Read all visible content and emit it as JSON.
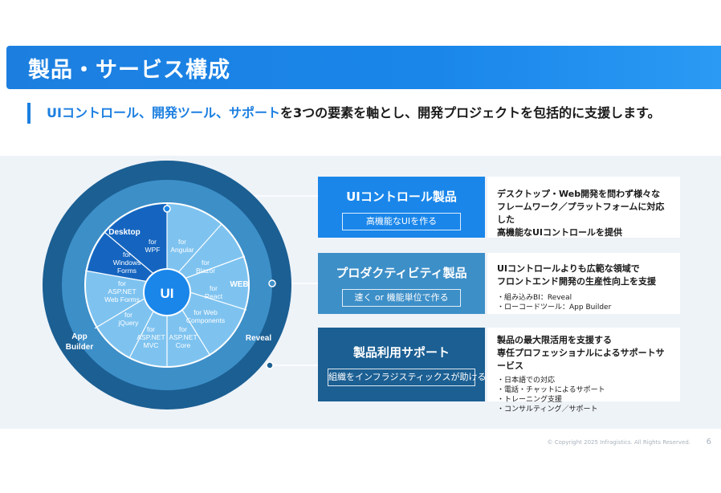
{
  "slide": {
    "title": "製品・サービス構成",
    "subtitle_highlight": "UIコントロール、開発ツール、サポート",
    "subtitle_rest": "を3つの要素を軸とし、開発プロジェクトを包括的に支援します。"
  },
  "diagram": {
    "center_label": "UI",
    "ring_labels": {
      "desktop": "Desktop",
      "web": "WEB",
      "reveal": "Reveal",
      "app_builder_line1": "App",
      "app_builder_line2": "Builder"
    },
    "platforms": [
      {
        "line1": "for",
        "line2": "WPF",
        "line3": ""
      },
      {
        "line1": "for",
        "line2": "Windows",
        "line3": "Forms"
      },
      {
        "line1": "for",
        "line2": "ASP.NET",
        "line3": "Web Forms"
      },
      {
        "line1": "for",
        "line2": "jQuery",
        "line3": ""
      },
      {
        "line1": "for",
        "line2": "ASP.NET",
        "line3": "MVC"
      },
      {
        "line1": "for",
        "line2": "ASP.NET",
        "line3": "Core"
      },
      {
        "line1": "for Web",
        "line2": "Components",
        "line3": ""
      },
      {
        "line1": "for",
        "line2": "React",
        "line3": ""
      },
      {
        "line1": "for",
        "line2": "Blazor",
        "line3": ""
      },
      {
        "line1": "for",
        "line2": "Angular",
        "line3": ""
      }
    ]
  },
  "products": [
    {
      "title": "UIコントロール製品",
      "tagline": "高機能なUIを作る",
      "color": "#1a86ea",
      "desc_lines": [
        "デスクトップ・Web開発を問わず様々な",
        "フレームワーク／プラットフォームに対応した",
        "高機能なUIコントロールを提供"
      ],
      "bullets": []
    },
    {
      "title": "プロダクティビティ製品",
      "tagline": "速く or 機能単位で作る",
      "color": "#3d8fc8",
      "desc_lines": [
        "UIコントロールよりも広範な領域で",
        "フロントエンド開発の生産性向上を支援"
      ],
      "bullets": [
        "組み込みBI：Reveal",
        "ローコードツール：App Builder"
      ]
    },
    {
      "title": "製品利用サポート",
      "tagline": "組織をインフラジスティックスが助ける",
      "color": "#1b5f93",
      "desc_lines": [
        "製品の最大限活用を支援する",
        "専任プロフェッショナルによるサポートサービス"
      ],
      "bullets": [
        "日本語での対応",
        "電話・チャットによるサポート",
        "トレーニング支援",
        "コンサルティング／サポート"
      ]
    }
  ],
  "footer": {
    "copyright": "© Copyright 2025 Infragistics. All Rights Reserved.",
    "page": "6"
  },
  "colors": {
    "brand": "#1a86ea",
    "outer_ring": "#1b5f93",
    "middle_ring": "#3d8fc8",
    "inner_ring": "#7ec3f0",
    "core": "#1a86ea",
    "desktop_sector": "#1565c0"
  }
}
